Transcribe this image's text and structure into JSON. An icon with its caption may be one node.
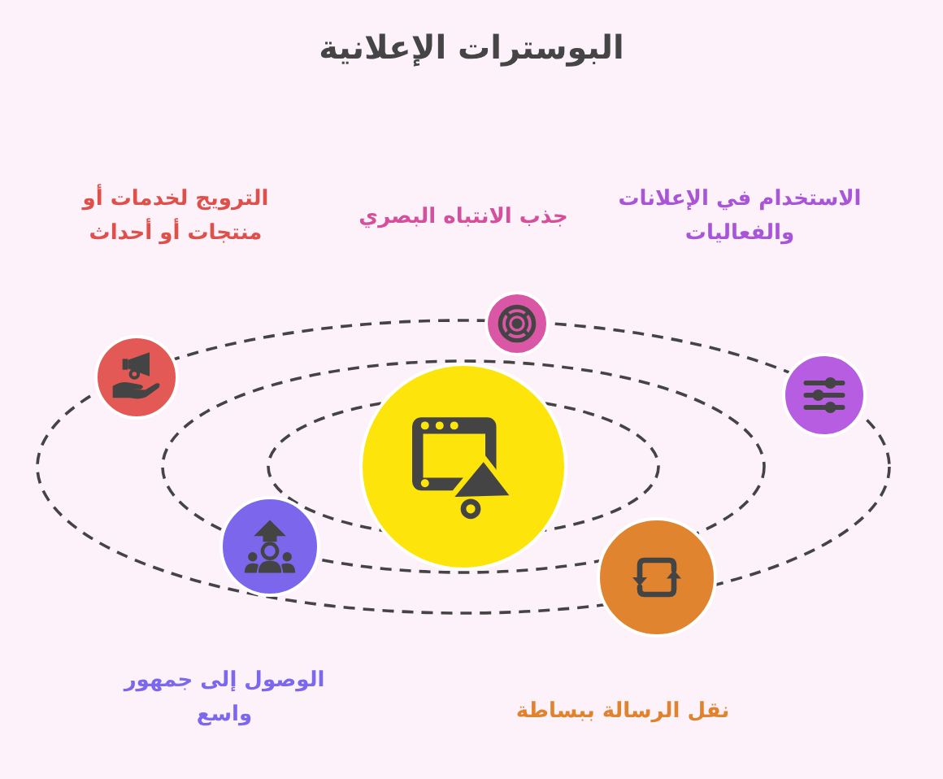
{
  "diagram": {
    "title": "البوسترات الإعلانية",
    "nodes": [
      {
        "text": [],
        "shape": "circle"
      },
      {
        "text": [],
        "shape": "circle"
      },
      {
        "text": [],
        "shape": "circle",
        "beside": [
          "جذب الانتباه البصري"
        ]
      },
      {
        "text": [],
        "shape": "circle"
      },
      {
        "text": [],
        "shape": "circle",
        "beside": [
          "نقل الرسالة ببساطة"
        ]
      },
      {
        "text": [],
        "shape": "circle",
        "beside": [
          "الوصول إلى جمهور واسع"
        ]
      }
    ],
    "labels": [
      "الاستخدام في الإعلانات والفعاليات",
      "الترويج لخدمات أو منتجات أو أحداث"
    ]
  }
}
